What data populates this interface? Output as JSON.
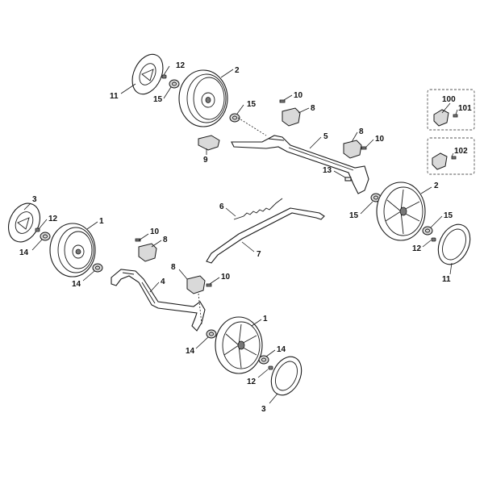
{
  "callouts": {
    "c1a": "1",
    "c1b": "1",
    "c2a": "2",
    "c2b": "2",
    "c3a": "3",
    "c3b": "3",
    "c4": "4",
    "c5": "5",
    "c6": "6",
    "c7": "7",
    "c8a": "8",
    "c8b": "8",
    "c8c": "8",
    "c8d": "8",
    "c9": "9",
    "c10a": "10",
    "c10b": "10",
    "c10c": "10",
    "c10d": "10",
    "c11a": "11",
    "c11b": "11",
    "c12a": "12",
    "c12b": "12",
    "c12c": "12",
    "c12d": "12",
    "c13": "13",
    "c14a": "14",
    "c14b": "14",
    "c14c": "14",
    "c14d": "14",
    "c15a": "15",
    "c15b": "15",
    "c15c": "15",
    "c15d": "15",
    "c100": "100",
    "c101": "101",
    "c102": "102"
  }
}
